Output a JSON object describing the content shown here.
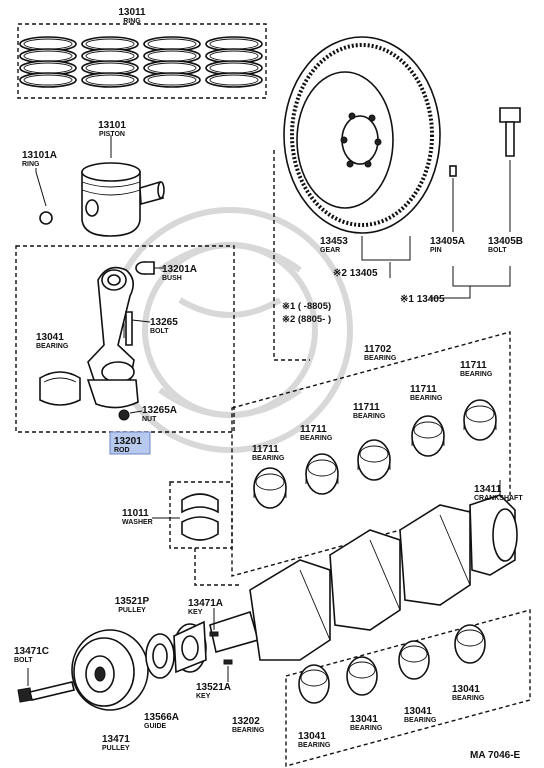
{
  "parts": [
    {
      "id": "ring-13011",
      "number": "13011",
      "name": "RING"
    },
    {
      "id": "piston-13101",
      "number": "13101",
      "name": "PISTON"
    },
    {
      "id": "ring-13101a",
      "number": "13101A",
      "name": "RING"
    },
    {
      "id": "bush-13201a",
      "number": "13201A",
      "name": "BUSH"
    },
    {
      "id": "bolt-13265",
      "number": "13265",
      "name": "BOLT"
    },
    {
      "id": "bearing-13041-rod",
      "number": "13041",
      "name": "BEARING"
    },
    {
      "id": "nut-13265a",
      "number": "13265A",
      "name": "NUT"
    },
    {
      "id": "rod-13201",
      "number": "13201",
      "name": "ROD"
    },
    {
      "id": "gear-13453",
      "number": "13453",
      "name": "GEAR"
    },
    {
      "id": "pin-13405a",
      "number": "13405A",
      "name": "PIN"
    },
    {
      "id": "bolt-13405b",
      "number": "13405B",
      "name": "BOLT"
    },
    {
      "id": "flywheel-13405-2",
      "number": "※2 13405",
      "name": ""
    },
    {
      "id": "flywheel-13405-1",
      "number": "※1 13405",
      "name": ""
    },
    {
      "id": "bearing-11702",
      "number": "11702",
      "name": "BEARING"
    },
    {
      "id": "bearing-11711-a",
      "number": "11711",
      "name": "BEARING"
    },
    {
      "id": "bearing-11711-b",
      "number": "11711",
      "name": "BEARING"
    },
    {
      "id": "bearing-11711-c",
      "number": "11711",
      "name": "BEARING"
    },
    {
      "id": "bearing-11711-d",
      "number": "11711",
      "name": "BEARING"
    },
    {
      "id": "bearing-11711-e",
      "number": "11711",
      "name": "BEARING"
    },
    {
      "id": "crankshaft-13411",
      "number": "13411",
      "name": "CRANKSHAFT"
    },
    {
      "id": "washer-11011",
      "number": "11011",
      "name": "WASHER"
    },
    {
      "id": "pulley-13521p",
      "number": "13521P",
      "name": "PULLEY"
    },
    {
      "id": "key-13471a",
      "number": "13471A",
      "name": "KEY"
    },
    {
      "id": "bolt-13471c",
      "number": "13471C",
      "name": "BOLT"
    },
    {
      "id": "key-13521a",
      "number": "13521A",
      "name": "KEY"
    },
    {
      "id": "guide-13566a",
      "number": "13566A",
      "name": "GUIDE"
    },
    {
      "id": "pulley-13471",
      "number": "13471",
      "name": "PULLEY"
    },
    {
      "id": "bearing-13202",
      "number": "13202",
      "name": "BEARING"
    },
    {
      "id": "bearing-13041-a",
      "number": "13041",
      "name": "BEARING"
    },
    {
      "id": "bearing-13041-b",
      "number": "13041",
      "name": "BEARING"
    },
    {
      "id": "bearing-13041-c",
      "number": "13041",
      "name": "BEARING"
    },
    {
      "id": "bearing-13041-d",
      "number": "13041",
      "name": "BEARING"
    }
  ],
  "notes": {
    "note1": "※1 (      -8805)",
    "note2": "※2 (8805-       )"
  },
  "highlight": {
    "part": "13201",
    "color": "#b7c9ec"
  },
  "figure_code": "MA  7046-E"
}
